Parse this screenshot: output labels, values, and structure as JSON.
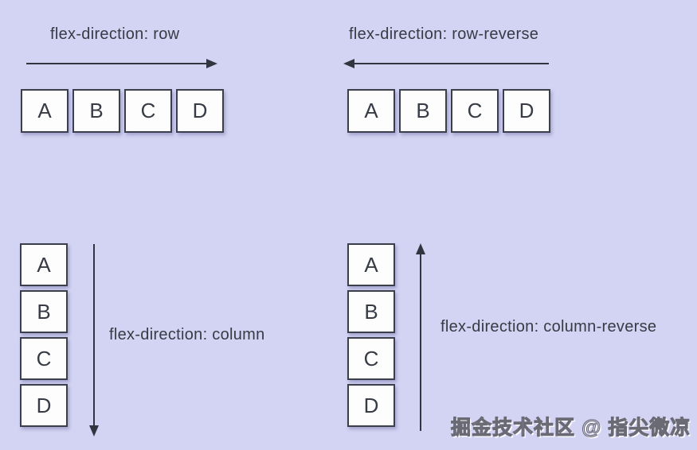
{
  "sections": {
    "row": {
      "label": "flex-direction: row",
      "arrow_direction": "right",
      "items": [
        "A",
        "B",
        "C",
        "D"
      ]
    },
    "row_reverse": {
      "label": "flex-direction: row-reverse",
      "arrow_direction": "left",
      "items": [
        "A",
        "B",
        "C",
        "D"
      ]
    },
    "column": {
      "label": "flex-direction: column",
      "arrow_direction": "down",
      "items": [
        "A",
        "B",
        "C",
        "D"
      ]
    },
    "column_reverse": {
      "label": "flex-direction: column-reverse",
      "arrow_direction": "up",
      "items": [
        "A",
        "B",
        "C",
        "D"
      ]
    }
  },
  "watermark": {
    "text": "掘金技术社区 @ 指尖微凉"
  },
  "colors": {
    "background": "#d3d4f3",
    "box_fill": "#fdfdfd",
    "box_border": "#3a3f4b",
    "text": "#363b45",
    "arrow": "#31353f"
  }
}
